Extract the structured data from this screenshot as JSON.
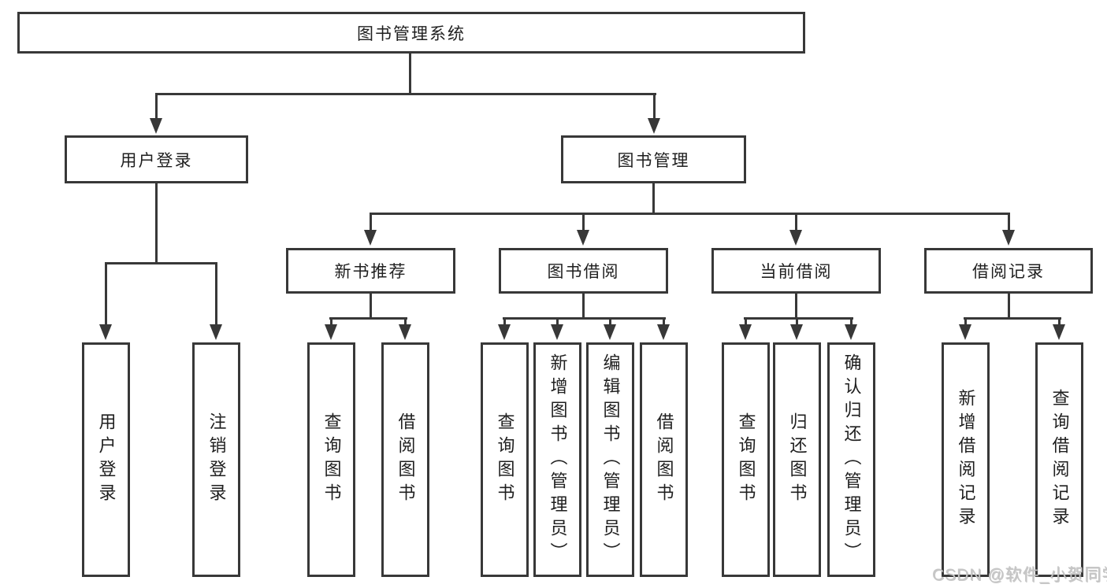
{
  "tree": {
    "root": {
      "label": "图书管理系统"
    },
    "branches": [
      {
        "label": "用户登录",
        "leaves": [
          {
            "label": "用户登录"
          },
          {
            "label": "注销登录"
          }
        ]
      },
      {
        "label": "图书管理",
        "groups": [
          {
            "label": "新书推荐",
            "leaves": [
              {
                "label": "查询图书"
              },
              {
                "label": "借阅图书"
              }
            ]
          },
          {
            "label": "图书借阅",
            "leaves": [
              {
                "label": "查询图书"
              },
              {
                "label": "新增图书（管理员）"
              },
              {
                "label": "编辑图书（管理员）"
              },
              {
                "label": "借阅图书"
              }
            ]
          },
          {
            "label": "当前借阅",
            "leaves": [
              {
                "label": "查询图书"
              },
              {
                "label": "归还图书"
              },
              {
                "label": "确认归还（管理员）"
              }
            ]
          },
          {
            "label": "借阅记录",
            "leaves": [
              {
                "label": "新增借阅记录"
              },
              {
                "label": "查询借阅记录"
              }
            ]
          }
        ]
      }
    ]
  },
  "watermark": {
    "text": "CSDN @软件_小贺同学"
  },
  "colors": {
    "line": "#383838",
    "box_fill": "#ffffff",
    "text": "#1f1f1f",
    "watermark": "#c6c6c6",
    "background": "#ffffff"
  }
}
